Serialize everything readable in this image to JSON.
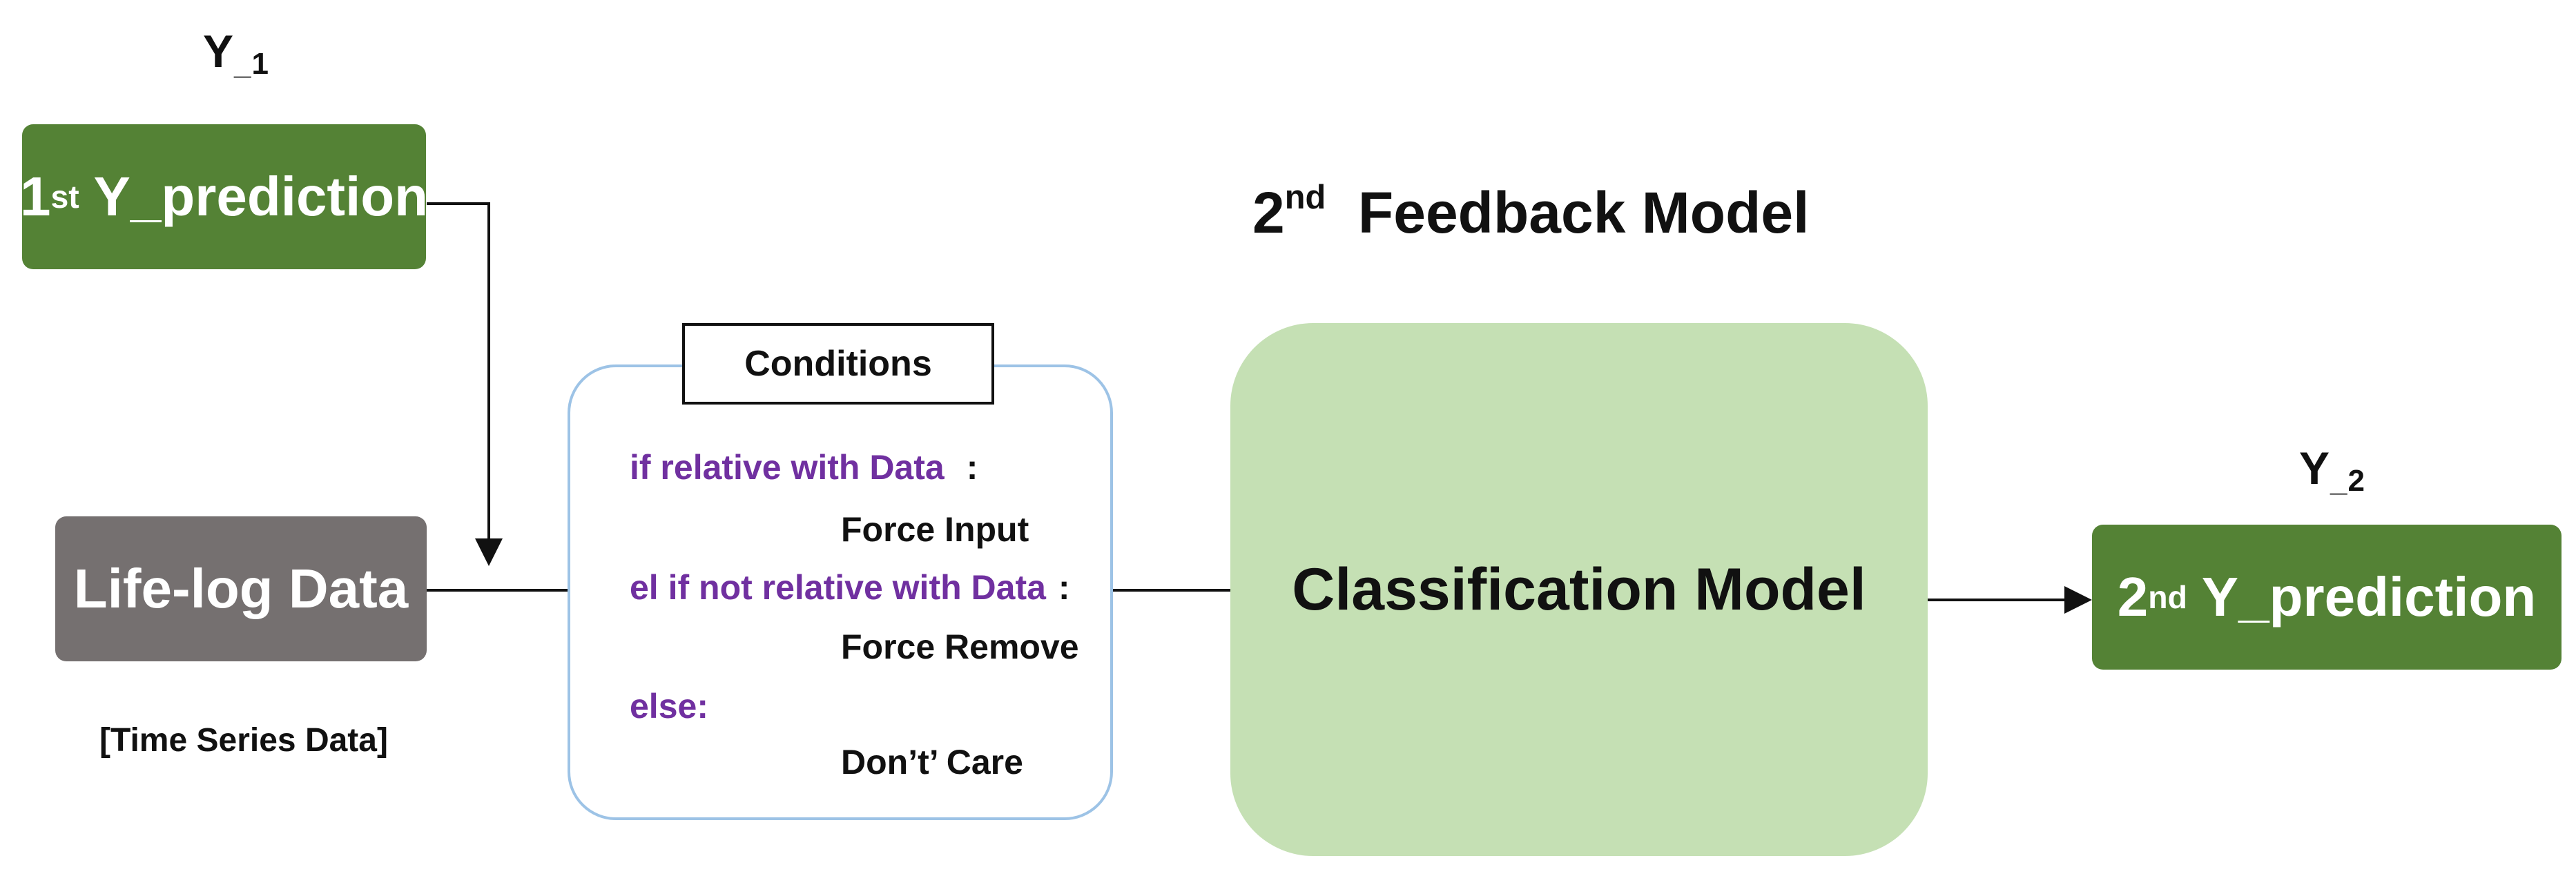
{
  "y1_label": {
    "base": "Y",
    "sub": "_1"
  },
  "y2_label": {
    "base": "Y",
    "sub": "_2"
  },
  "first_prediction": {
    "ordinal": "1",
    "suffix": "st",
    "text": " Y_prediction"
  },
  "lifelog": {
    "label": "Life-log Data",
    "caption": "[Time Series Data]"
  },
  "feedback_title": {
    "ordinal": "2",
    "suffix": "nd",
    "text": "  Feedback Model"
  },
  "conditions": {
    "title": "Conditions",
    "lines": [
      {
        "text": "if relative with Data",
        "colon": ":"
      },
      {
        "text": "Force Input"
      },
      {
        "text": "el if not relative with Data",
        "colon": ":"
      },
      {
        "text": "Force Remove"
      },
      {
        "text": "else:"
      },
      {
        "text": "Don’t’ Care"
      }
    ]
  },
  "classification": {
    "label": "Classification Model"
  },
  "second_prediction": {
    "ordinal": "2",
    "suffix": "nd",
    "text": " Y_prediction"
  },
  "colors": {
    "prediction_box": "#548235",
    "lifelog_box": "#757070",
    "model_box": "#c5e0b4",
    "condition_border": "#9dc3e6",
    "condition_keyword": "#7030a0"
  }
}
